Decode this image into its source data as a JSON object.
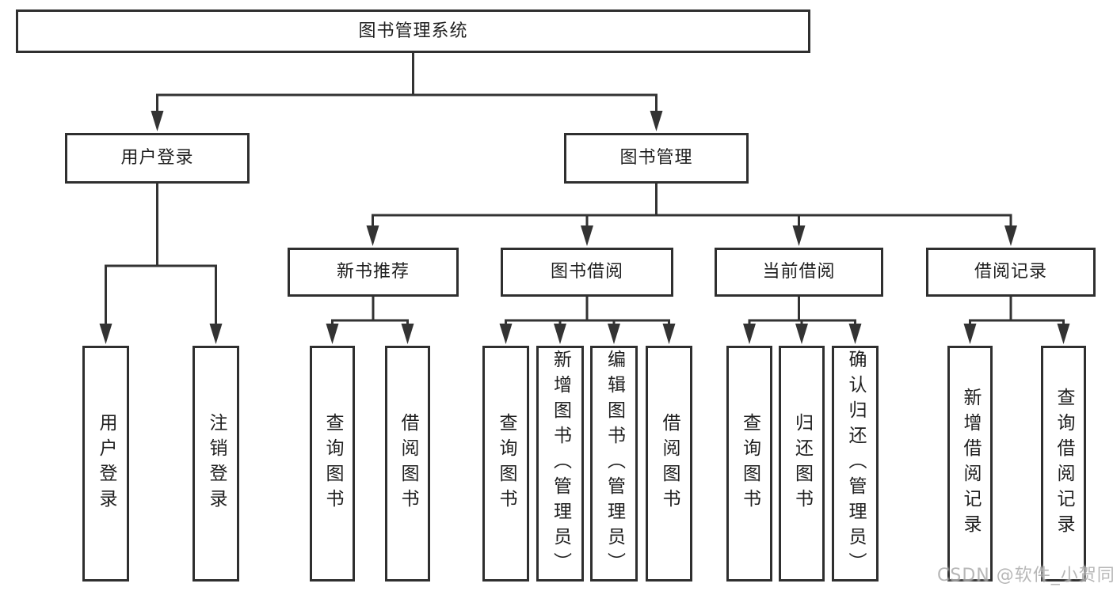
{
  "tree": {
    "root": {
      "label": "图书管理系统"
    },
    "branches": [
      {
        "label": "用户登录",
        "children": [
          {
            "label": "用户登录"
          },
          {
            "label": "注销登录"
          }
        ]
      },
      {
        "label": "图书管理",
        "children": [
          {
            "label": "新书推荐",
            "children": [
              {
                "label": "查询图书"
              },
              {
                "label": "借阅图书"
              }
            ]
          },
          {
            "label": "图书借阅",
            "children": [
              {
                "label": "查询图书"
              },
              {
                "label": "新增图书（管理员）"
              },
              {
                "label": "编辑图书（管理员）"
              },
              {
                "label": "借阅图书"
              }
            ]
          },
          {
            "label": "当前借阅",
            "children": [
              {
                "label": "查询图书"
              },
              {
                "label": "归还图书"
              },
              {
                "label": "确认归还（管理员）"
              }
            ]
          },
          {
            "label": "借阅记录",
            "children": [
              {
                "label": "新增借阅记录"
              },
              {
                "label": "查询借阅记录"
              }
            ]
          }
        ]
      }
    ]
  },
  "watermark": {
    "text": "CSDN @软件_小贺同学"
  },
  "colors": {
    "line": "#333333",
    "box_border": "#2f2f2f",
    "box_background": "#ffffff",
    "text": "#1f1f1f",
    "watermark": "#ababab",
    "canvas_background": "#ffffff"
  }
}
